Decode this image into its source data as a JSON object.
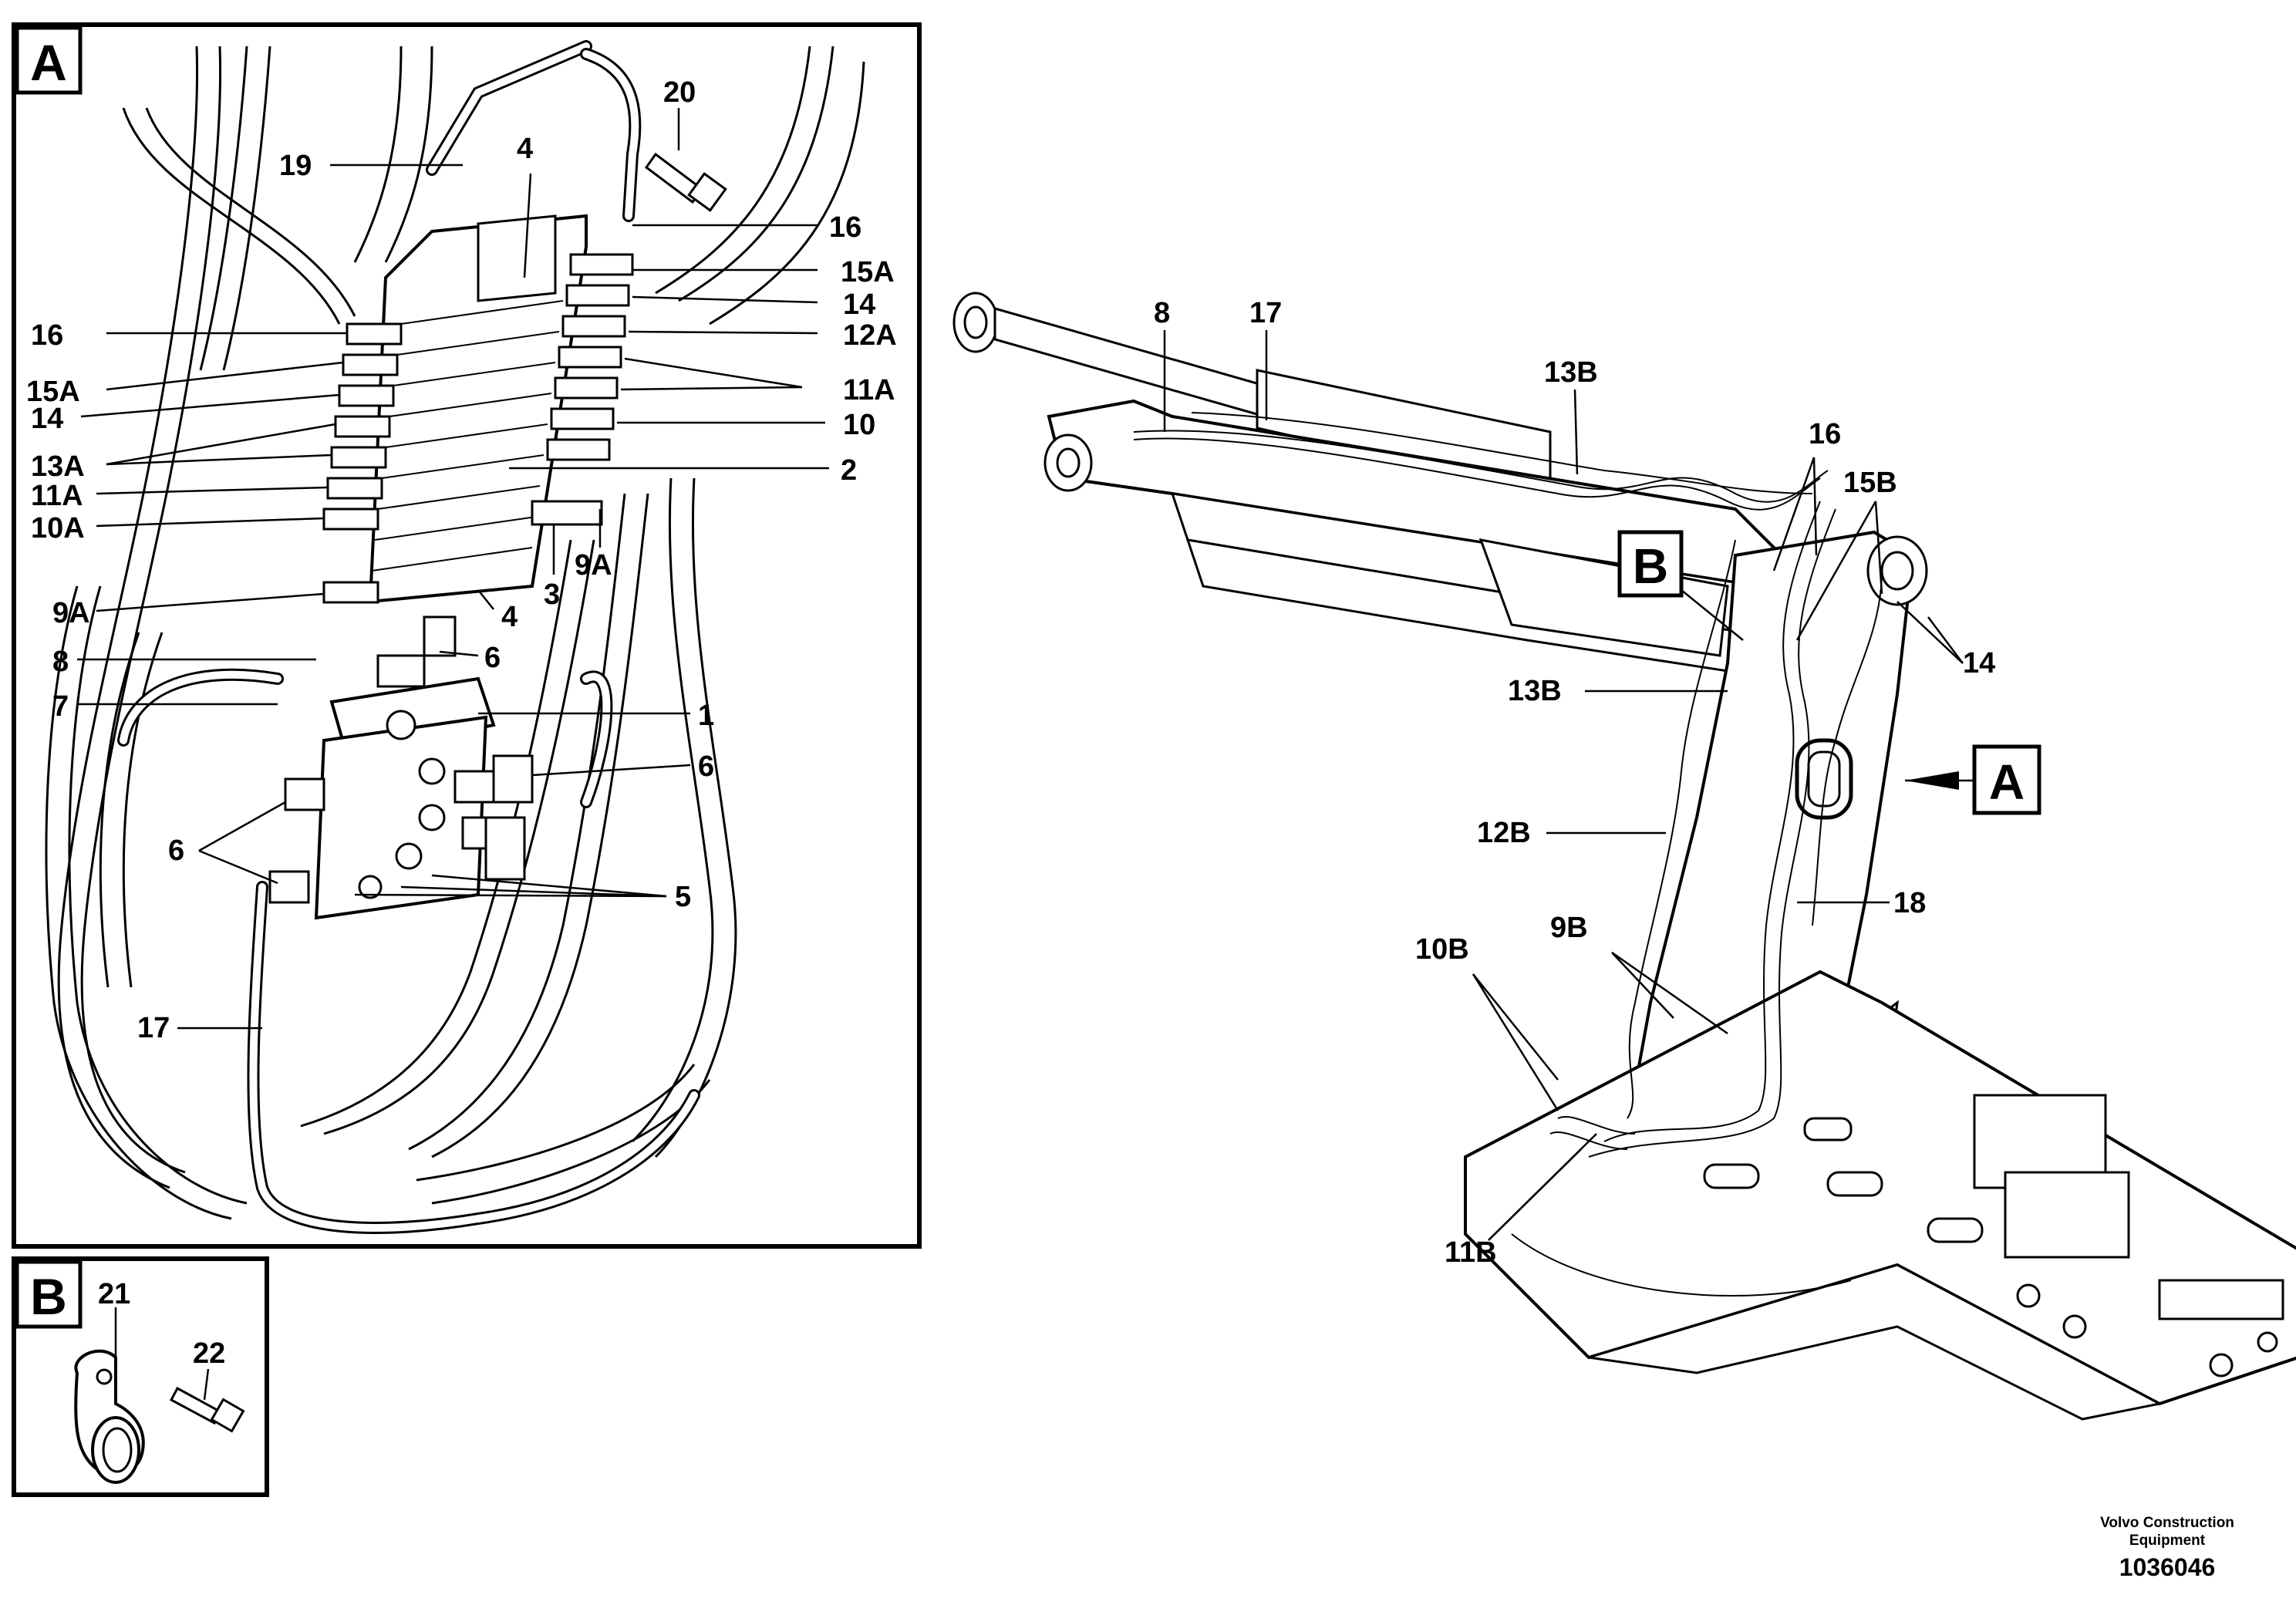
{
  "diagram": {
    "views": [
      {
        "id": "A",
        "letter": "A"
      },
      {
        "id": "B",
        "letter": "B"
      }
    ],
    "callouts": [
      {
        "id": "c20",
        "text": "20"
      },
      {
        "id": "c19",
        "text": "19"
      },
      {
        "id": "c4top",
        "text": "4"
      },
      {
        "id": "c16a",
        "text": "16"
      },
      {
        "id": "c15Aa",
        "text": "15A"
      },
      {
        "id": "c14a",
        "text": "14"
      },
      {
        "id": "c12A",
        "text": "12A"
      },
      {
        "id": "c11Ar",
        "text": "11A"
      },
      {
        "id": "c10",
        "text": "10"
      },
      {
        "id": "c2",
        "text": "2"
      },
      {
        "id": "c16b",
        "text": "16"
      },
      {
        "id": "c15Ab",
        "text": "15A"
      },
      {
        "id": "c14b",
        "text": "14"
      },
      {
        "id": "c13A",
        "text": "13A"
      },
      {
        "id": "c11Al",
        "text": "11A"
      },
      {
        "id": "c10A",
        "text": "10A"
      },
      {
        "id": "c9Ar",
        "text": "9A"
      },
      {
        "id": "c3",
        "text": "3"
      },
      {
        "id": "c4b",
        "text": "4"
      },
      {
        "id": "c9Al",
        "text": "9A"
      },
      {
        "id": "c8a",
        "text": "8"
      },
      {
        "id": "c6a",
        "text": "6"
      },
      {
        "id": "c7",
        "text": "7"
      },
      {
        "id": "c1",
        "text": "1"
      },
      {
        "id": "c6b",
        "text": "6"
      },
      {
        "id": "c6c",
        "text": "6"
      },
      {
        "id": "c5",
        "text": "5"
      },
      {
        "id": "c17a",
        "text": "17"
      },
      {
        "id": "c21",
        "text": "21"
      },
      {
        "id": "c22",
        "text": "22"
      },
      {
        "id": "c8b",
        "text": "8"
      },
      {
        "id": "c17b",
        "text": "17"
      },
      {
        "id": "c13Ba",
        "text": "13B"
      },
      {
        "id": "c16c",
        "text": "16"
      },
      {
        "id": "c15B",
        "text": "15B"
      },
      {
        "id": "c14c",
        "text": "14"
      },
      {
        "id": "c13Bb",
        "text": "13B"
      },
      {
        "id": "c12B",
        "text": "12B"
      },
      {
        "id": "c18",
        "text": "18"
      },
      {
        "id": "c9B",
        "text": "9B"
      },
      {
        "id": "c10B",
        "text": "10B"
      },
      {
        "id": "c11B",
        "text": "11B"
      }
    ],
    "ref_marks": [
      {
        "id": "refB",
        "letter": "B"
      },
      {
        "id": "refA",
        "letter": "A"
      }
    ]
  },
  "footer": {
    "company_line1": "Volvo Construction",
    "company_line2": "Equipment",
    "drawing_number": "1036046"
  }
}
